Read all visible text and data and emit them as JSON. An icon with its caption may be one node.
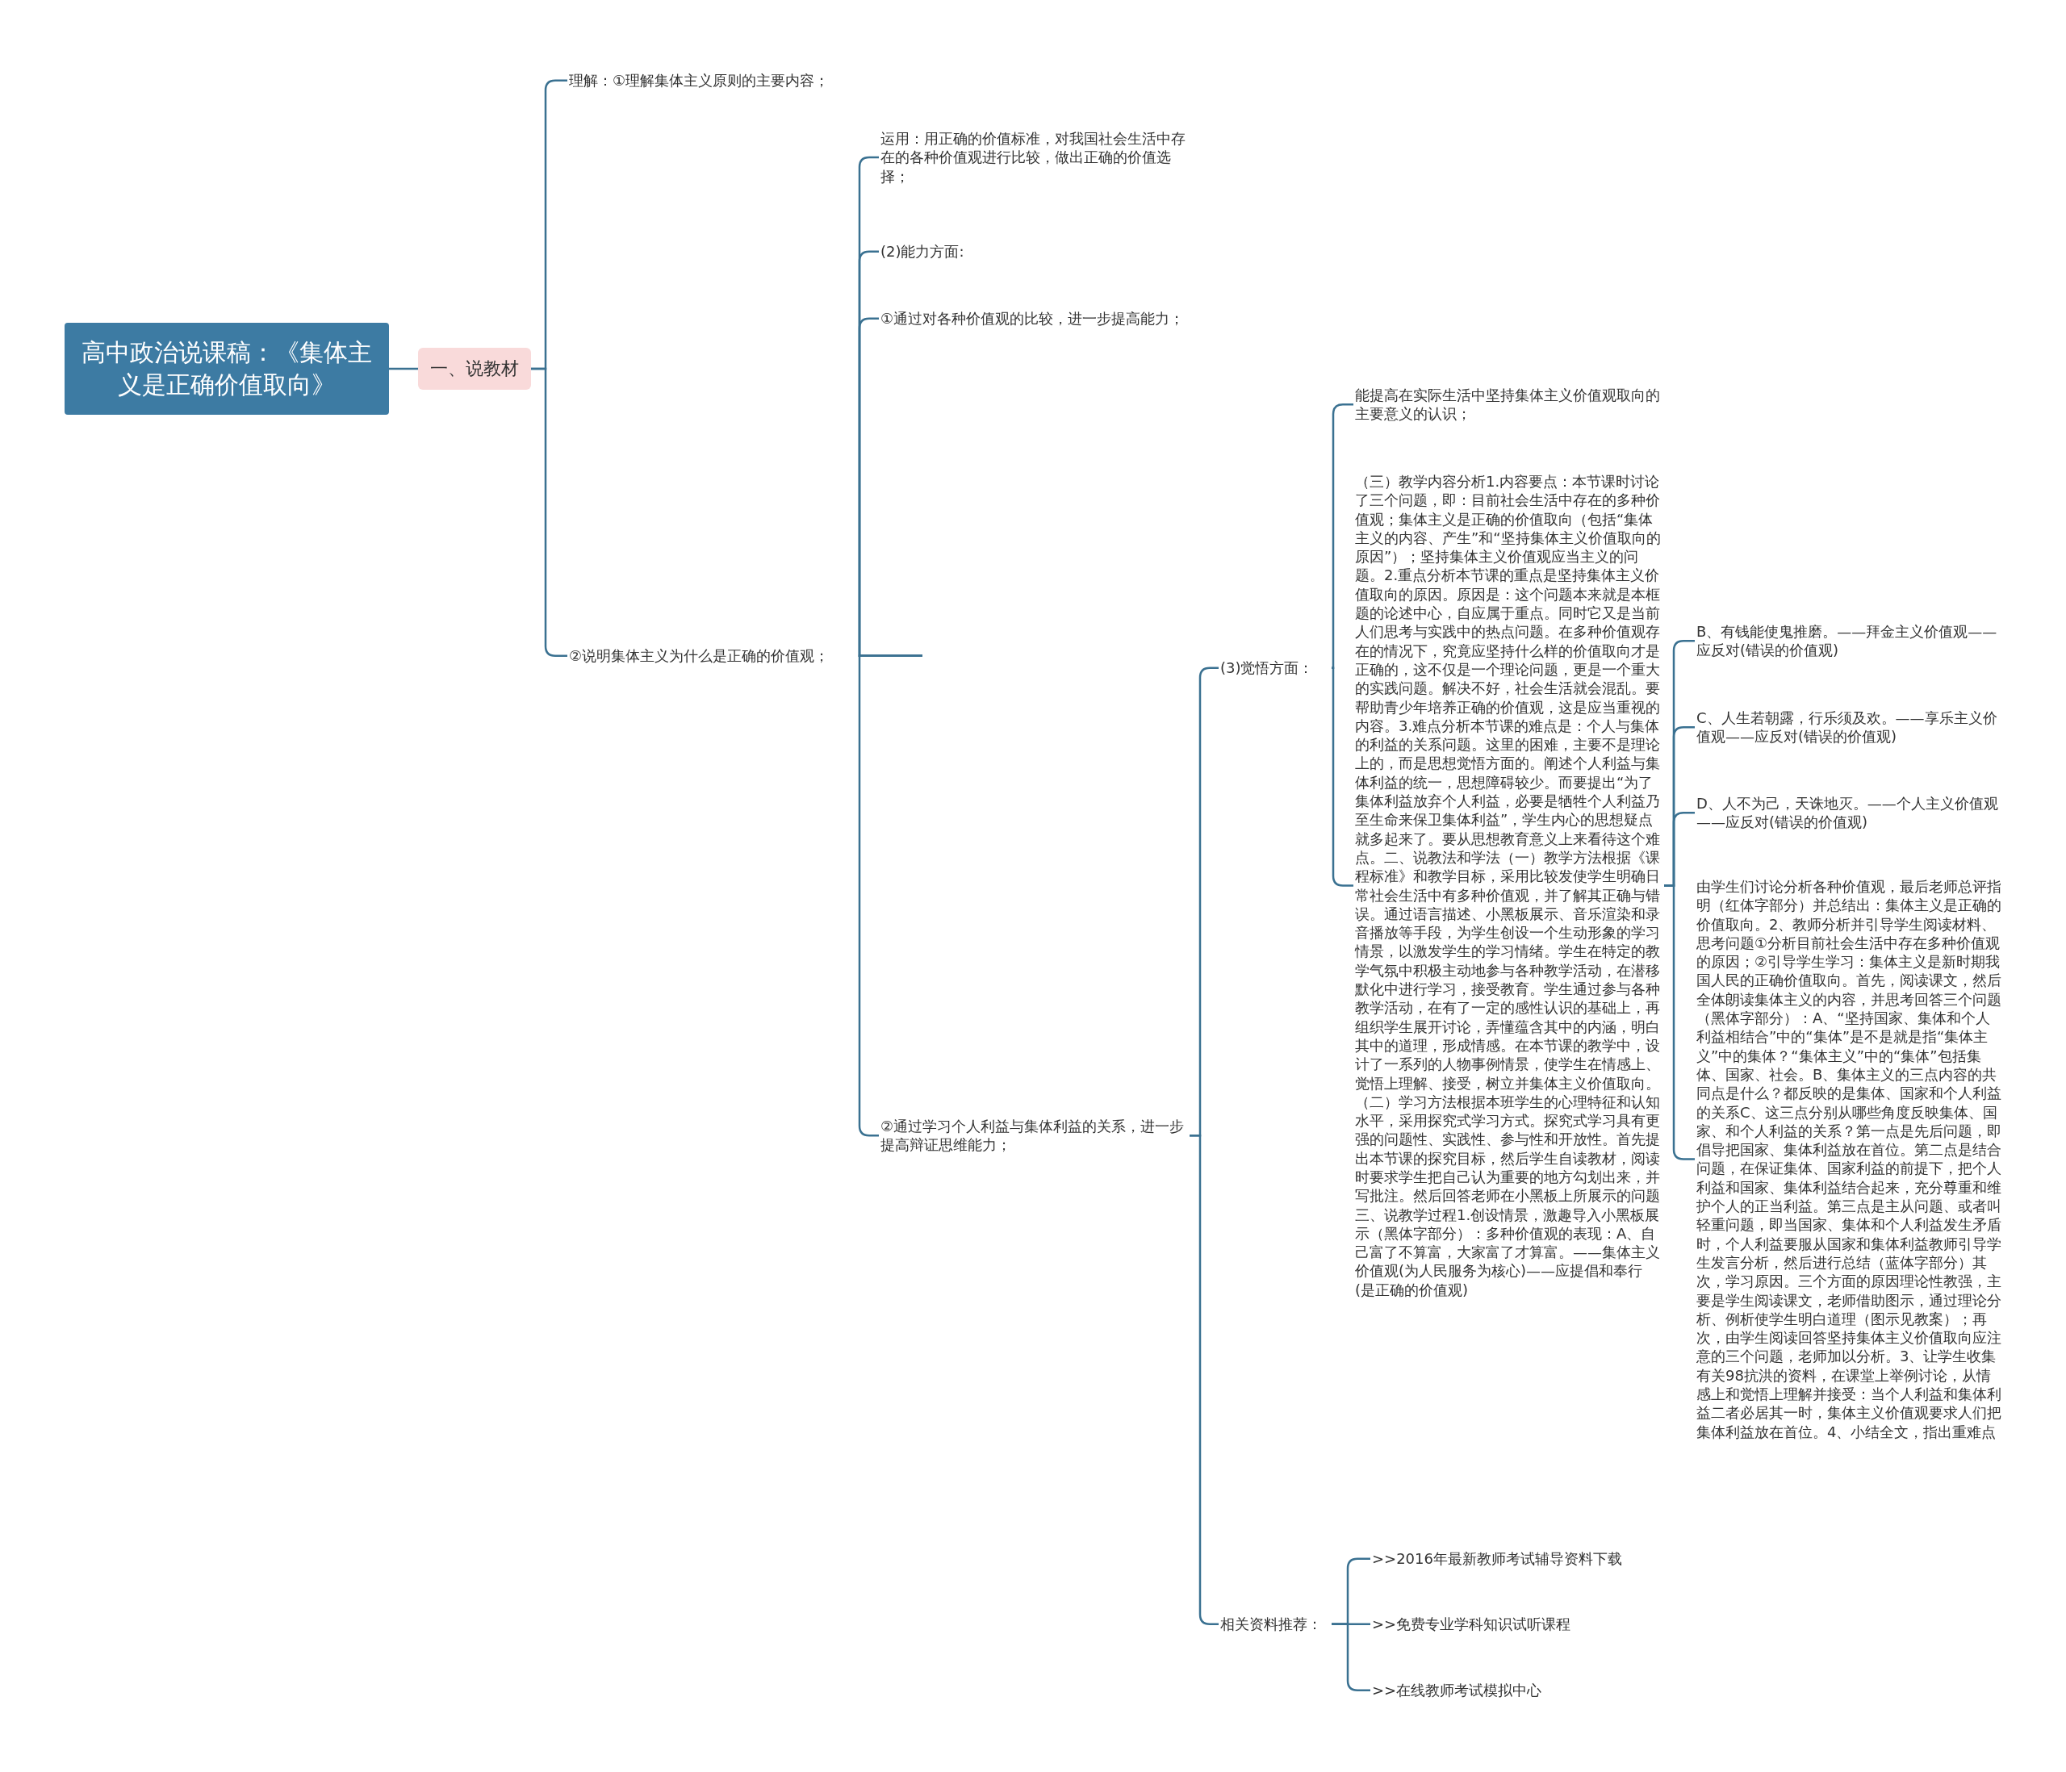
{
  "diagram": {
    "nodes": [
      {
        "text": [
          "高中政治说课稿：《集体主义是正确价值取向》"
        ]
      },
      {
        "text": [
          "一、说教材"
        ]
      },
      {
        "text": [
          "理解：①理解集体主义原则的主要内容；"
        ]
      },
      {
        "text": [
          "②说明集体主义为什么是正确的价值观；"
        ]
      },
      {
        "text": [
          "运用：用正确的价值标准，对我国社会生活中存在的各种价值观进行比较，做出正确的价值选择；"
        ]
      },
      {
        "text": [
          "(2)能力方面:"
        ]
      },
      {
        "text": [
          "①通过对各种价值观的比较，进一步提高能力；"
        ]
      },
      {
        "text": [
          "②通过学习个人利益与集体利益的关系，进一步提高辩证思维能力；"
        ]
      },
      {
        "text": [
          "(3)觉悟方面："
        ]
      },
      {
        "text": [
          "相关资料推荐："
        ]
      },
      {
        "text": [
          "能提高在实际生活中坚持集体主义价值观取向的主要意义的认识；"
        ]
      },
      {
        "text": [
          "（三）教学内容分析1.内容要点：本节课时讨论了三个问题，即：目前社会生活中存在的多种价值观；集体主义是正确的价值取向（包括“集体主义的内容、产生”和“坚持集体主义价值取向的原因”）；坚持集体主义价值观应当主义的问题。2.重点分析本节课的重点是坚持集体主义价值取向的原因。原因是：这个问题本来就是本框题的论述中心，自应属于重点。同时它又是当前人们思考与实践中的热点问题。在多种价值观存在的情况下，究竟应坚持什么样的价值取向才是正确的，这不仅是一个理论问题，更是一个重大的实践问题。解决不好，社会生活就会混乱。要帮助青少年培养正确的价值观，这是应当重视的内容。3.难点分析本节课的难点是：个人与集体的利益的关系问题。这里的困难，主要不是理论上的，而是思想觉悟方面的。阐述个人利益与集体利益的统一，思想障碍较少。而要提出“为了集体利益放弃个人利益，必要是牺牲个人利益乃至生命来保卫集体利益”，学生内心的思想疑点就多起来了。要从思想教育意义上来看待这个难点。二、说教法和学法（一）教学方法根据《课程标准》和教学目标，采用比较发使学生明确日常社会生活中有多种价值观，并了解其正确与错误。通过语言描述、小黑板展示、音乐渲染和录音播放等手段，为学生创设一个生动形象的学习情景，以激发学生的学习情绪。学生在特定的教学气氛中积极主动地参与各种教学活动，在潜移默化中进行学习，接受教育。学生通过参与各种教学活动，在有了一定的感性认识的基础上，再组织学生展开讨论，弄懂蕴含其中的内涵，明白其中的道理，形成情感。在本节课的教学中，设计了一系列的人物事例情景，使学生在情感上、觉悟上理解、接受，树立并集体主义价值取向。（二）学习方法根据本班学生的心理特征和认知水平，采用探究式学习方式。探究式学习具有更强的问题性、实践性、参与性和开放性。首先提出本节课的探究目标，然后学生自读教材，阅读时要求学生把自己认为重要的地方勾划出来，并写批注。然后回答老师在小黑板上所展示的问题三、说教学过程1.创设情景，激趣导入小黑板展示（黑体字部分）：多种价值观的表现：A、自己富了不算富，大家富了才算富。——集体主义价值观(为人民服务为核心)——应提倡和奉行(是正确的价值观)"
        ]
      },
      {
        "text": [
          "B、有钱能使鬼推磨。——拜金主义价值观——应反对(错误的价值观)"
        ]
      },
      {
        "text": [
          "C、人生若朝露，行乐须及欢。——享乐主义价值观——应反对(错误的价值观)"
        ]
      },
      {
        "text": [
          "D、人不为己，天诛地灭。——个人主义价值观——应反对(错误的价值观)"
        ]
      },
      {
        "text": [
          "由学生们讨论分析各种价值观，最后老师总评指明（红体字部分）并总结出：集体主义是正确的价值取向。2、教师分析并引导学生阅读材料、思考问题①分析目前社会生活中存在多种价值观的原因；②引导学生学习：集体主义是新时期我国人民的正确价值取向。首先，阅读课文，然后全体朗读集体主义的内容，并思考回答三个问题（黑体字部分）：A、“坚持国家、集体和个人利益相结合”中的“集体”是不是就是指“集体主义”中的集体？“集体主义”中的“集体”包括集体、国家、社会。B、集体主义的三点内容的共同点是什么？都反映的是集体、国家和个人利益的关系C、这三点分别从哪些角度反映集体、国家、和个人利益的关系？第一点是先后问题，即倡导把国家、集体利益放在首位。第二点是结合问题，在保证集体、国家利益的前提下，把个人利益和国家、集体利益结合起来，充分尊重和维护个人的正当利益。第三点是主从问题、或者叫轻重问题，即当国家、集体和个人利益发生矛盾时，个人利益要服从国家和集体利益教师引导学生发言分析，然后进行总结（蓝体字部分）其次，学习原因。三个方面的原因理论性教强，主要是学生阅读课文，老师借助图示，通过理论分析、例析使学生明白道理（图示见教案）；再次，由学生阅读回答坚持集体主义价值取向应注意的三个问题，老师加以分析。3、让学生收集有关98抗洪的资料，在课堂上举例讨论，从情感上和觉悟上理解并接受：当个人利益和集体利益二者必居其一时，集体主义价值观要求人们把集体利益放在首位。4、小结全文，指出重难点"
        ]
      },
      {
        "text": [
          ">>2016年最新教师考试辅导资料下载"
        ]
      },
      {
        "text": [
          ">>免费专业学科知识试听课程"
        ]
      },
      {
        "text": [
          ">>在线教师考试模拟中心"
        ]
      }
    ],
    "edges": [
      {
        "from": 0,
        "to": 1,
        "arrow": "none"
      },
      {
        "from": 1,
        "to": 2,
        "arrow": "none"
      },
      {
        "from": 1,
        "to": 3,
        "arrow": "none"
      },
      {
        "from": 3,
        "to": 4,
        "arrow": "none"
      },
      {
        "from": 3,
        "to": 5,
        "arrow": "none"
      },
      {
        "from": 3,
        "to": 6,
        "arrow": "none"
      },
      {
        "from": 3,
        "to": 7,
        "arrow": "none"
      },
      {
        "from": 7,
        "to": 8,
        "arrow": "none"
      },
      {
        "from": 7,
        "to": 9,
        "arrow": "none"
      },
      {
        "from": 8,
        "to": 10,
        "arrow": "none"
      },
      {
        "from": 8,
        "to": 11,
        "arrow": "none"
      },
      {
        "from": 11,
        "to": 12,
        "arrow": "none"
      },
      {
        "from": 11,
        "to": 13,
        "arrow": "none"
      },
      {
        "from": 11,
        "to": 14,
        "arrow": "none"
      },
      {
        "from": 11,
        "to": 15,
        "arrow": "none"
      },
      {
        "from": 9,
        "to": 16,
        "arrow": "none"
      },
      {
        "from": 9,
        "to": 17,
        "arrow": "none"
      },
      {
        "from": 9,
        "to": 18,
        "arrow": "none"
      }
    ]
  }
}
